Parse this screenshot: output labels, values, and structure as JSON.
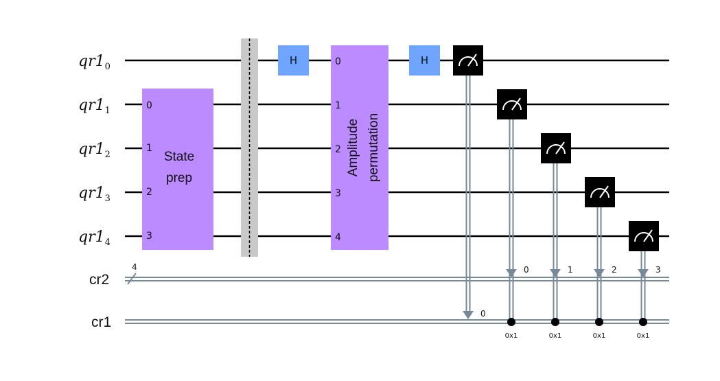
{
  "qubit_register": {
    "name": "qr1",
    "indices": [
      "0",
      "1",
      "2",
      "3",
      "4"
    ]
  },
  "classical_registers": [
    {
      "name": "cr2",
      "width_label": "4"
    },
    {
      "name": "cr1"
    }
  ],
  "gates": {
    "state_prep": {
      "lines": [
        "State",
        "prep"
      ],
      "ports": [
        "0",
        "1",
        "2",
        "3"
      ]
    },
    "hadamard": {
      "label": "H"
    },
    "amplitude_permutation": {
      "lines": [
        "Amplitude",
        "permutation"
      ],
      "ports": [
        "0",
        "1",
        "2",
        "3",
        "4"
      ]
    }
  },
  "measurements": {
    "cr1_bit_label": "0",
    "cr2_bit_labels": [
      "0",
      "1",
      "2",
      "3"
    ],
    "condition_labels": [
      "0x1",
      "0x1",
      "0x1",
      "0x1"
    ]
  },
  "colors": {
    "wire": "#000000",
    "classical_wire": "#778899",
    "state_prep_fill": "#bb8bff",
    "hadamard_fill": "#6fa4ff",
    "barrier_fill": "#c9c9c9",
    "measure_fill": "#000000"
  }
}
